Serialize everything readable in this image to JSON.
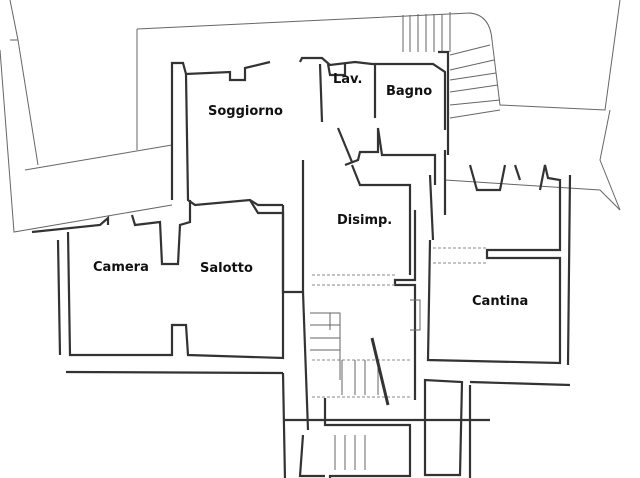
{
  "rooms": {
    "soggiorno": "Soggiorno",
    "lav": "Lav.",
    "bagno": "Bagno",
    "disimp": "Disimp.",
    "camera": "Camera",
    "salotto": "Salotto",
    "cantina": "Cantina"
  }
}
